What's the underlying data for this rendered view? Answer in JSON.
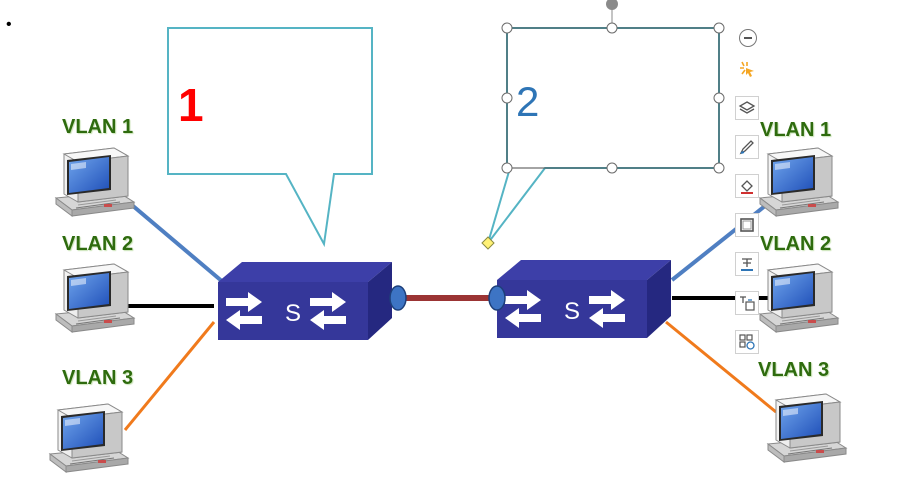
{
  "labels": {
    "left_vlan1": "VLAN 1",
    "left_vlan2": "VLAN 2",
    "left_vlan3": "VLAN 3",
    "right_vlan1": "VLAN 1",
    "right_vlan2": "VLAN 2",
    "right_vlan3": "VLAN 3"
  },
  "callouts": {
    "left_number": "1",
    "right_number": "2"
  },
  "switch": {
    "left_letter": "S",
    "right_letter": "S"
  },
  "bullet": "•",
  "colors": {
    "vlan1_link": "#4f7fc2",
    "vlan2_link": "#000000",
    "vlan3_link": "#f07a1c",
    "trunk_link": "#9b3434",
    "switch_blue": "#35379a",
    "callout_border": "#55b4c4",
    "number1": "#ff0000",
    "number2": "#2e75b6",
    "vlan_text": "#2e6b0e"
  },
  "toolbar": [
    {
      "name": "collapse-icon"
    },
    {
      "name": "animation-icon"
    },
    {
      "name": "layers-icon"
    },
    {
      "name": "pen-icon"
    },
    {
      "name": "fill-icon"
    },
    {
      "name": "border-icon"
    },
    {
      "name": "text-font-icon"
    },
    {
      "name": "text-wrap-icon"
    },
    {
      "name": "arrange-icon"
    }
  ]
}
